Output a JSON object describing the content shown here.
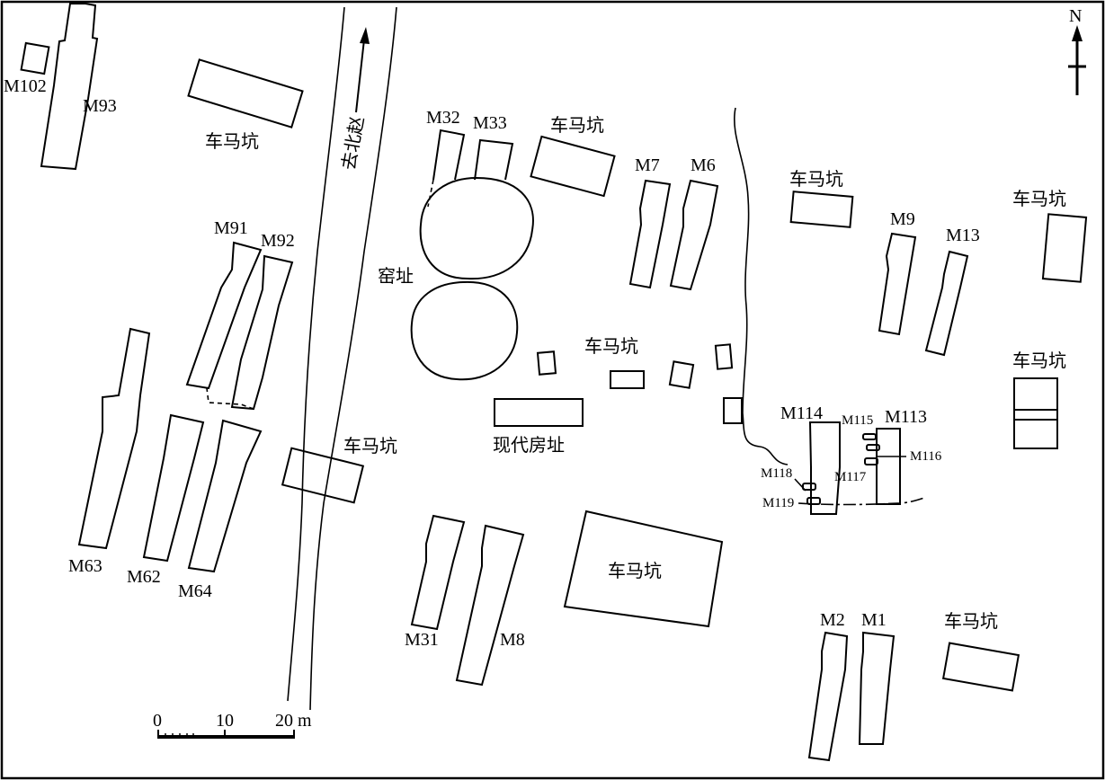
{
  "labels": {
    "north": "N",
    "road": "去北赵",
    "kiln": "窑址",
    "house": "现代房址",
    "pit": "车马坑",
    "scale_0": "0",
    "scale_10": "10",
    "scale_20": "20 m"
  },
  "tombs": {
    "M102": "M102",
    "M93": "M93",
    "M91": "M91",
    "M92": "M92",
    "M63": "M63",
    "M62": "M62",
    "M64": "M64",
    "M32": "M32",
    "M33": "M33",
    "M7": "M7",
    "M6": "M6",
    "M9": "M9",
    "M13": "M13",
    "M31": "M31",
    "M8": "M8",
    "M114": "M114",
    "M113": "M113",
    "M115": "M115",
    "M116": "M116",
    "M117": "M117",
    "M118": "M118",
    "M119": "M119",
    "M2": "M2",
    "M1": "M1"
  },
  "colors": {
    "ink": "#000000",
    "paper": "#ffffff"
  }
}
